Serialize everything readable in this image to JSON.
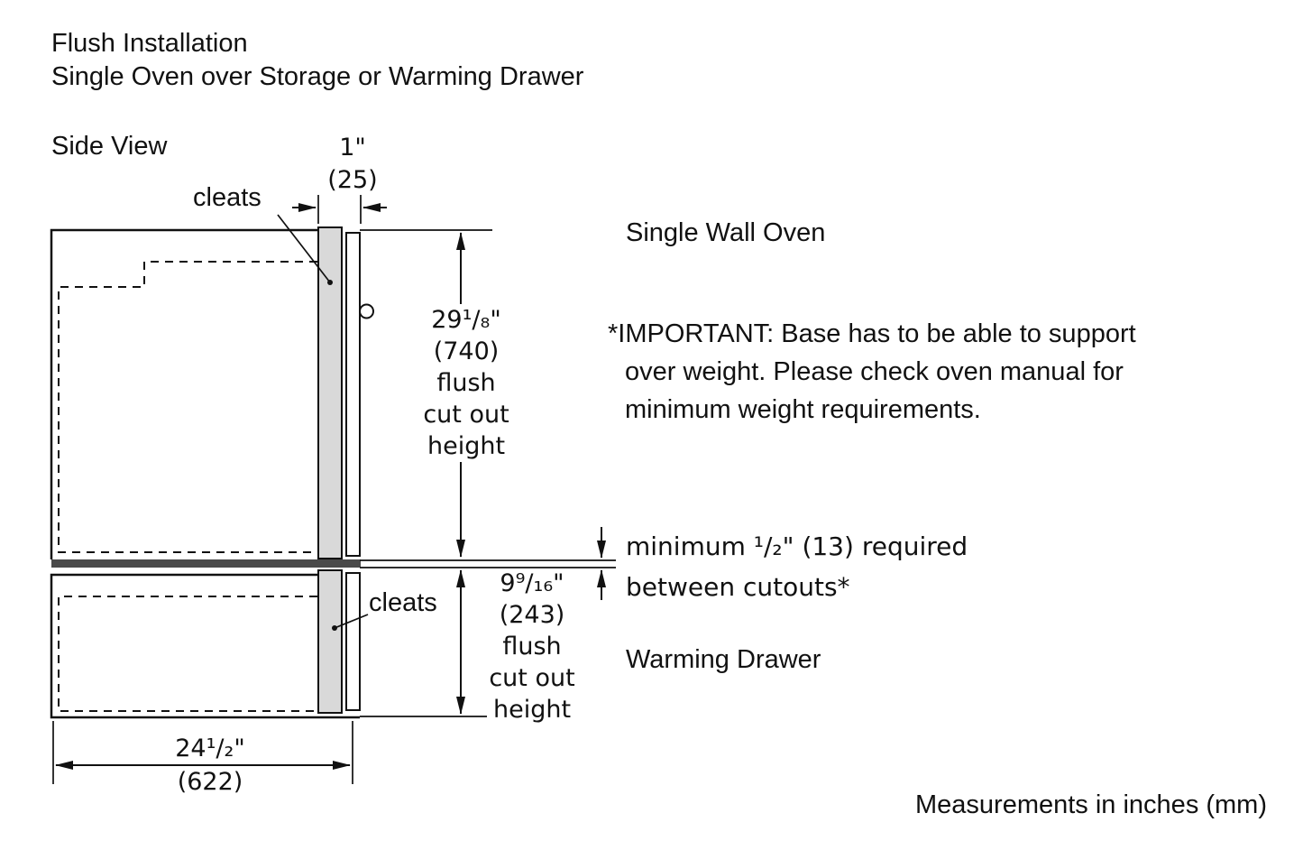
{
  "colors": {
    "ink": "#111111",
    "panel_fill": "#d9d9d9",
    "divider_band": "#4a4a4a"
  },
  "header": {
    "title_line1": "Flush Installation",
    "title_line2": "Single Oven over Storage or Warming Drawer"
  },
  "diagram": {
    "side_view_label": "Side View",
    "upper_cleats_label": "cleats",
    "lower_cleats_label": "cleats",
    "dims": {
      "door_thickness": "1\"\n(25)",
      "oven_cutout": "29¹/₈\"\n(740)\nflush\ncut out\nheight",
      "drawer_cutout": "9⁹/₁₆\"\n(243)\nflush\ncut out\nheight",
      "width_in": "24¹/₂\"",
      "width_mm": "(622)",
      "min_gap": "minimum ¹/₂\" (13) required\nbetween cutouts*"
    }
  },
  "labels": {
    "single_wall_oven": "Single Wall Oven",
    "important_note": "*IMPORTANT: Base has to be able to support\nover weight. Please check oven manual for\nminimum weight requirements.",
    "warming_drawer": "Warming Drawer",
    "measurements": "Measurements in inches (mm)"
  }
}
